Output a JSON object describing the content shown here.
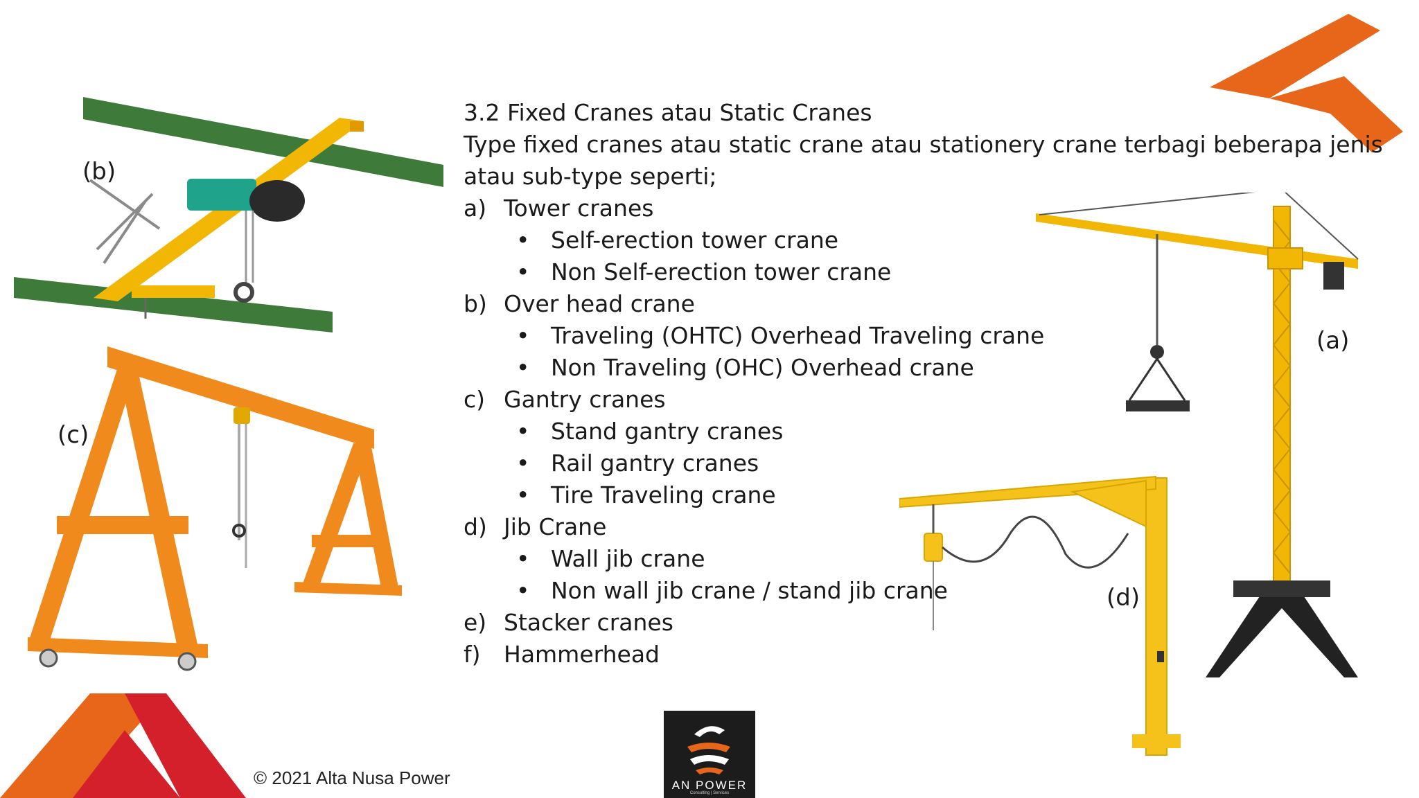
{
  "slide": {
    "heading": "3.2 Fixed Cranes atau Static Cranes",
    "intro_line1": "Type fixed cranes atau static crane atau stationery crane terbagi beberapa jenis",
    "intro_line2": "atau sub-type seperti;",
    "items": [
      {
        "marker": "a)",
        "label": "Tower cranes",
        "subs": [
          "Self-erection tower crane",
          "Non Self-erection tower crane"
        ]
      },
      {
        "marker": "b)",
        "label": "Over head crane",
        "subs": [
          "Traveling (OHTC) Overhead Traveling crane",
          "Non Traveling (OHC) Overhead crane"
        ]
      },
      {
        "marker": "c)",
        "label": "Gantry cranes",
        "subs": [
          "Stand gantry cranes",
          "Rail gantry cranes",
          "Tire Traveling crane"
        ]
      },
      {
        "marker": "d)",
        "label": "Jib Crane",
        "subs": [
          "Wall jib crane",
          "Non wall jib crane / stand jib crane"
        ]
      },
      {
        "marker": "e)",
        "label": "Stacker cranes",
        "subs": []
      },
      {
        "marker": "f)",
        "label": "Hammerhead",
        "subs": []
      }
    ],
    "bullet": "•"
  },
  "figures": {
    "a": "(a)",
    "b": "(b)",
    "c": "(c)",
    "d": "(d)"
  },
  "footer": {
    "copyright": "© 2021 Alta Nusa Power",
    "logo_name": "AN POWER",
    "logo_sub": "Consulting | Services"
  },
  "colors": {
    "brand_orange": "#E8661A",
    "brand_red": "#D4202A",
    "crane_yellow": "#F2B705",
    "gantry_orange": "#F08A1C",
    "beam_green": "#3E7A3A",
    "jib_yellow": "#F5C21B"
  }
}
